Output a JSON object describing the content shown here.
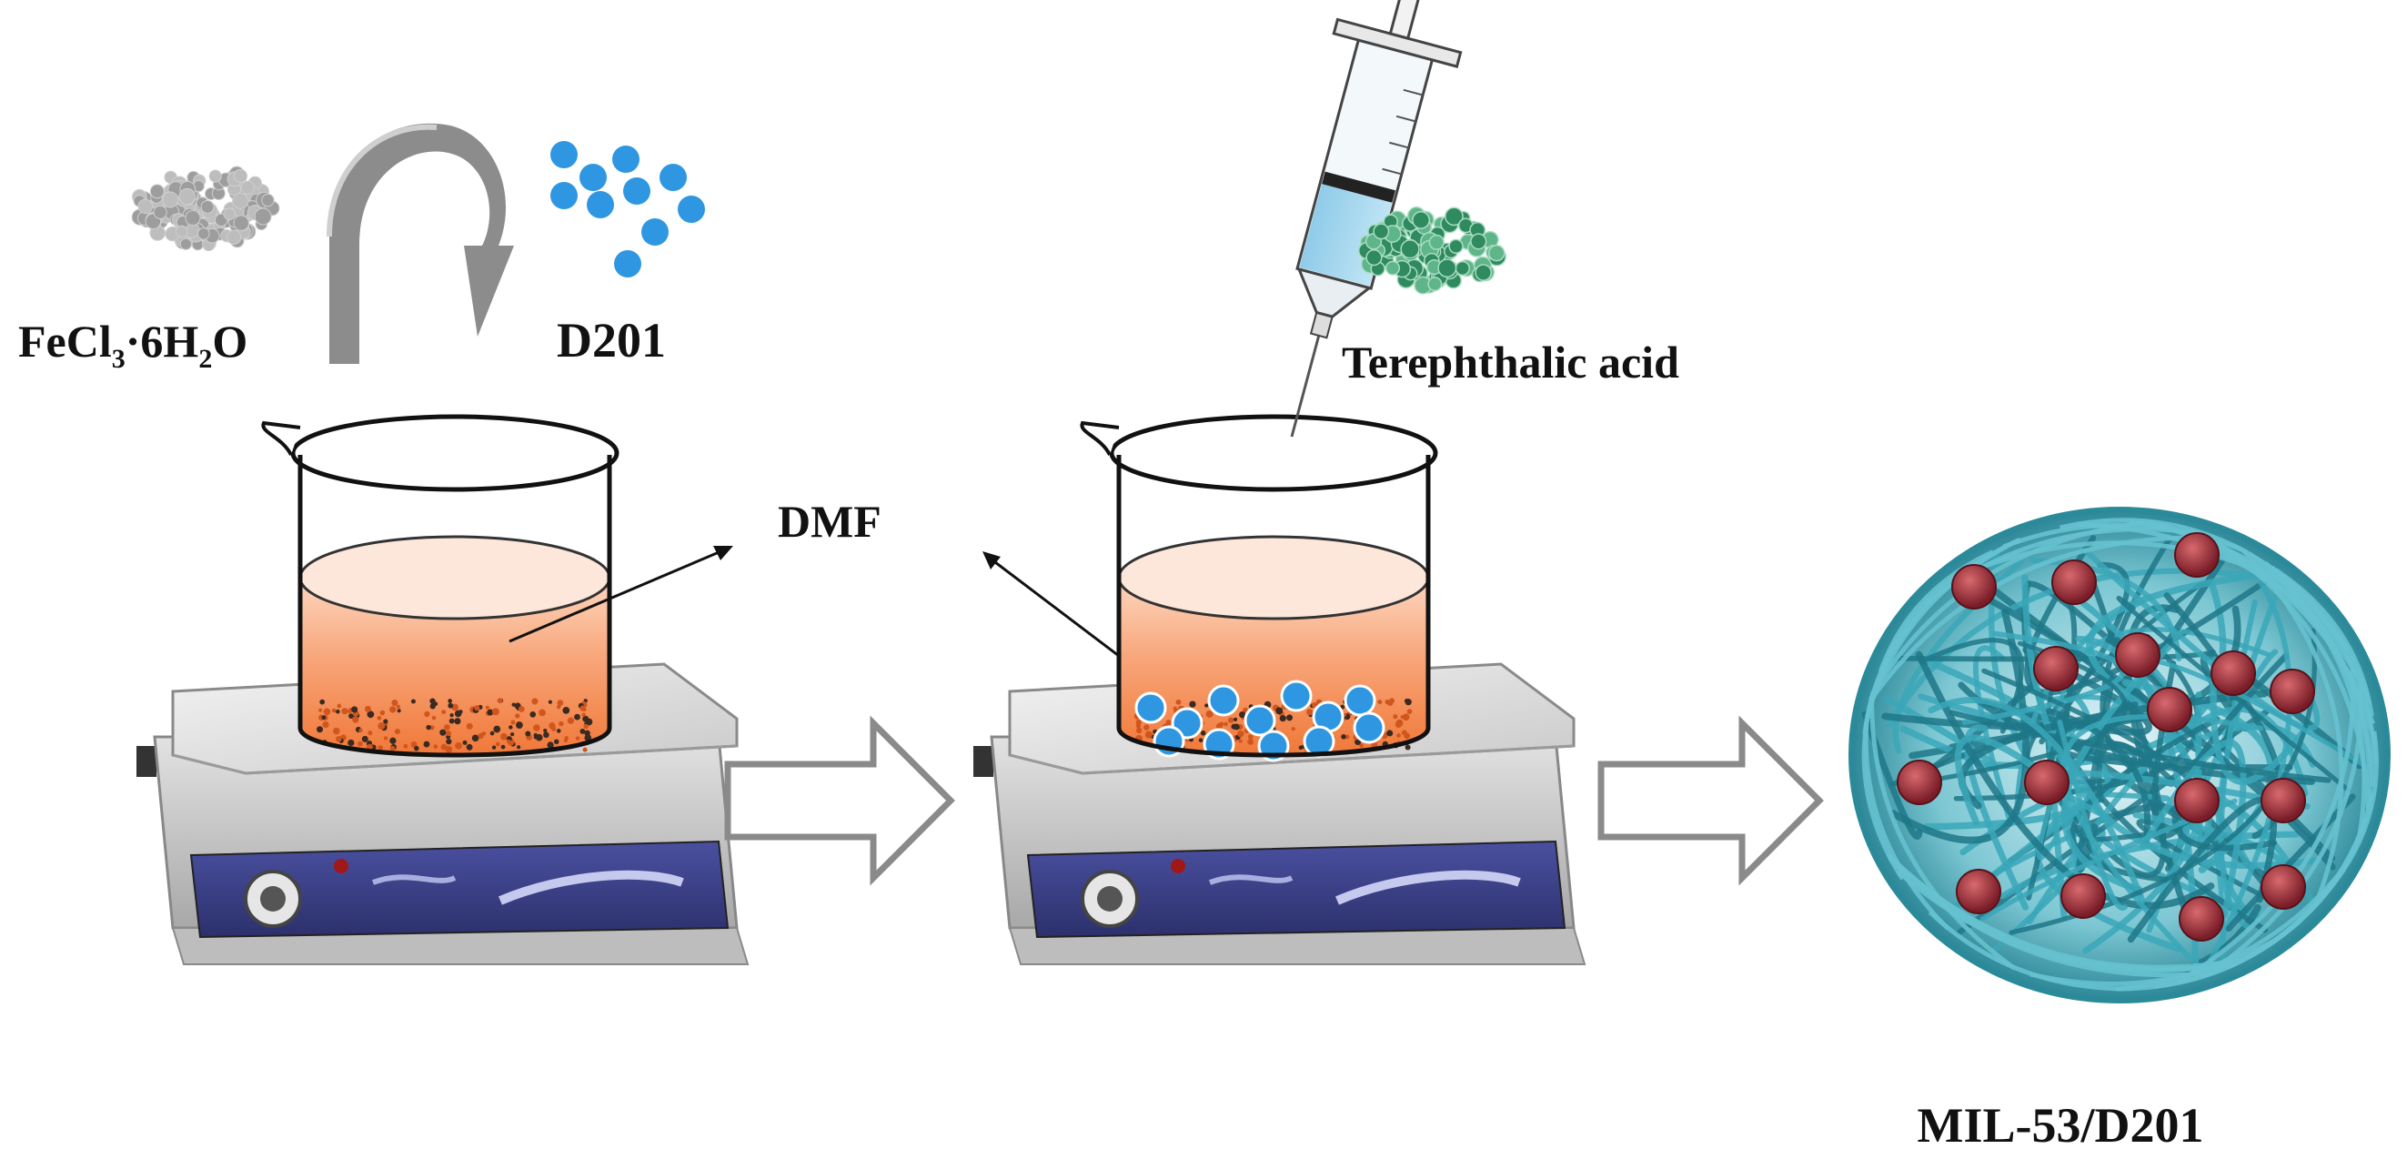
{
  "labels": {
    "fecl3": {
      "base": "FeCl",
      "sub1": "3",
      "middle": "·6H",
      "sub2": "2",
      "end": "O"
    },
    "d201": "D201",
    "dmf": "DMF",
    "terephthalic": "Terephthalic acid",
    "product": "MIL-53/D201"
  },
  "colors": {
    "solution_orange": "#f4874f",
    "solution_light": "#fde3d3",
    "d201_blue": "#2f97e2",
    "terephthalic_green": "#2f8a60",
    "iron_gray": "#a9a9a9",
    "sphere_teal": "#3aa7b8",
    "node_red": "#b3343e",
    "hotplate_panel": "#3a3f86",
    "arrow_gray": "#8a8a8a"
  },
  "icons": {
    "stir_arrow": "curved-arrow-icon",
    "process_arrow": "hollow-arrow-icon",
    "syringe": "syringe-icon",
    "hotplate": "hotplate-stirrer-icon",
    "beaker": "beaker-icon",
    "sphere": "mof-sphere-icon"
  }
}
